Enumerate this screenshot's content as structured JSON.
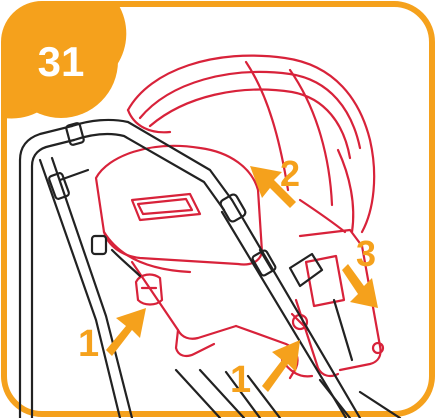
{
  "step": {
    "number": "31"
  },
  "callouts": [
    {
      "id": "release-left",
      "label": "1"
    },
    {
      "id": "release-right",
      "label": "1"
    },
    {
      "id": "lift-seat",
      "label": "2"
    },
    {
      "id": "pull-seat",
      "label": "3"
    }
  ],
  "colors": {
    "accent": "#f5a11c",
    "line": "#222222",
    "seat_outline": "#d8223a"
  }
}
